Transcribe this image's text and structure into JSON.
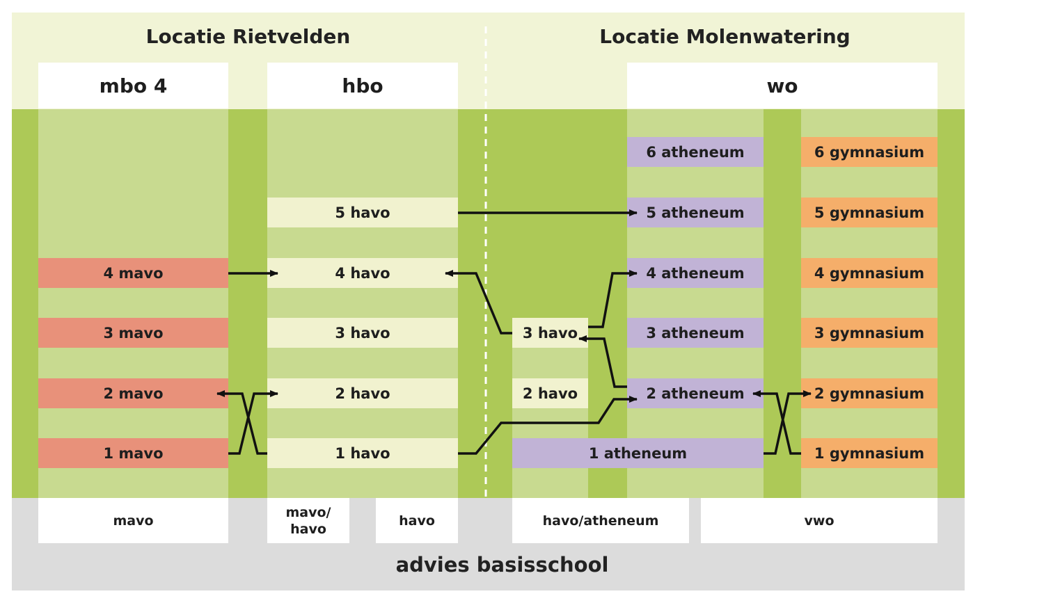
{
  "locations": {
    "left": "Locatie Rietvelden",
    "right": "Locatie Molenwatering"
  },
  "targets": {
    "mbo": "mbo 4",
    "hbo": "hbo",
    "wo": "wo"
  },
  "tracks": {
    "mavo": [
      "4 mavo",
      "3 mavo",
      "2 mavo",
      "1 mavo"
    ],
    "havo": [
      "5 havo",
      "4 havo",
      "3 havo",
      "2 havo",
      "1 havo"
    ],
    "havo_bridge": [
      "3 havo",
      "2 havo"
    ],
    "atheneum": [
      "6 atheneum",
      "5 atheneum",
      "4 atheneum",
      "3 atheneum",
      "2 atheneum",
      "1 atheneum"
    ],
    "gymnasium": [
      "6 gymnasium",
      "5 gymnasium",
      "4 gymnasium",
      "3 gymnasium",
      "2 gymnasium",
      "1 gymnasium"
    ]
  },
  "advice": {
    "mavo": "mavo",
    "mavo_havo": "mavo/ havo",
    "havo": "havo",
    "havo_atheneum": "havo/atheneum",
    "vwo": "vwo",
    "footer": "advies basisschool"
  },
  "colors": {
    "header_bg": "#f1f4d6",
    "field_green": "#adc957",
    "lane_light": "#c8da90",
    "mavo": "#e8917a",
    "havo": "#f1f2cf",
    "atheneum": "#c1b3d6",
    "gymnasium": "#f5ae6a",
    "footer_bg": "#dcdcdc",
    "arrow": "#111111"
  }
}
